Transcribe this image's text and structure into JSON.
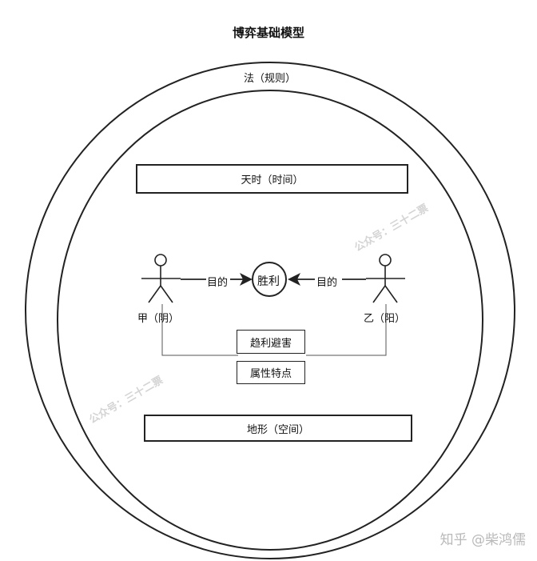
{
  "title": "博弈基础模型",
  "outer_label": "法（规则）",
  "heaven_box": "天时（时间）",
  "earth_box": "地形（空间）",
  "victory": "胜利",
  "goal_left": "目的",
  "goal_right": "目的",
  "player_a": "甲（阴）",
  "player_b": "乙（阳）",
  "tag_interest": "趋利避害",
  "tag_attribute": "属性特点",
  "watermark": "公众号：三十二票",
  "credit": "知乎 @柴鸿儒"
}
